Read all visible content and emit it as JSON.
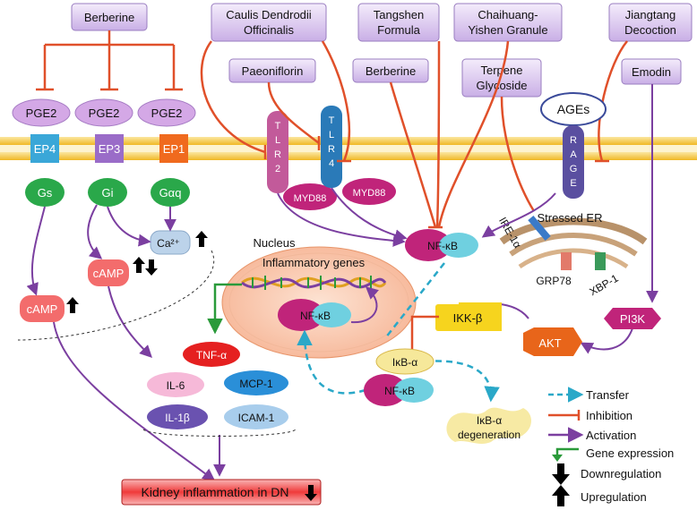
{
  "herbs": {
    "berberine_top": "Berberine",
    "caulis_1": "Caulis Dendrodii",
    "caulis_2": "Officinalis",
    "tangshen_1": "Tangshen",
    "tangshen_2": "Formula",
    "chaihuang_1": "Chaihuang-",
    "chaihuang_2": "Yishen Granule",
    "jiangtang_1": "Jiangtang",
    "jiangtang_2": "Decoction",
    "paeoniflorin": "Paeoniflorin",
    "berberine_mid": "Berberine",
    "terpene_1": "Terpene",
    "terpene_2": "Glycoside",
    "emodin": "Emodin"
  },
  "receptors": {
    "pge2_1": "PGE2",
    "pge2_2": "PGE2",
    "pge2_3": "PGE2",
    "ep4": "EP4",
    "ep3": "EP3",
    "ep1": "EP1",
    "gs": "Gs",
    "gi": "Gi",
    "gaq": "Gαq",
    "ca": "Ca²⁺",
    "camp_mid": "cAMP",
    "camp_left": "cAMP",
    "tlr2_letters": [
      "T",
      "L",
      "R",
      "2"
    ],
    "tlr4_letters": [
      "T",
      "L",
      "R",
      "4"
    ],
    "myd88_1": "MYD88",
    "myd88_2": "MYD88",
    "ages": "AGEs",
    "rage_letters": [
      "R",
      "A",
      "G",
      "E"
    ]
  },
  "nodes": {
    "nfkb_main": "NF-κB",
    "nfkb_nucleus": "NF-κB",
    "nfkb_lower": "NF-κB",
    "nucleus": "Nucleus",
    "inflammatory_genes": "Inflammatory genes",
    "stressed_er": "Stressed ER",
    "ire1a": "IRE-1α",
    "grp78": "GRP78",
    "xbp1": "XBP-1",
    "ikkb": "IKK-β",
    "ikba": "IκB-α",
    "ikba_deg_1": "IκB-α",
    "ikba_deg_2": "degeneration",
    "akt": "AKT",
    "pi3k": "PI3K",
    "tnfa": "TNF-α",
    "il6": "IL-6",
    "mcp1": "MCP-1",
    "il1b": "IL-1β",
    "icam1": "ICAM-1",
    "kidney": "Kidney inflammation in DN"
  },
  "legend": {
    "transfer": "Transfer",
    "inhibition": "Inhibition",
    "activation": "Activation",
    "gene_expression": "Gene expression",
    "downregulation": "Downregulation",
    "upregulation": "Upregulation"
  },
  "colors": {
    "inhibition": "#e0502a",
    "activation": "#7b3fa0",
    "transfer": "#2aa8c8",
    "gene_expression": "#2a9a3a",
    "herb_box": "#d9c6ee",
    "membrane": "#f3c030"
  }
}
